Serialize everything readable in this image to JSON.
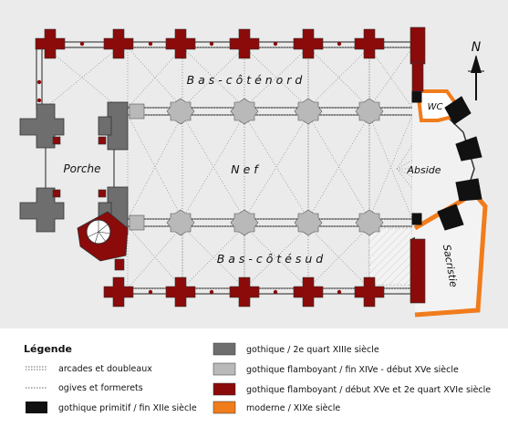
{
  "colors": {
    "dark_red": "#8b0a0a",
    "dark_gray": "#6e6e6e",
    "light_gray": "#b9b9b9",
    "black": "#111111",
    "orange": "#f07c1c",
    "hatch_fill": "#ededed",
    "legend_bg": "#ffffff",
    "frame": "#ffffff"
  },
  "plan": {
    "labels": {
      "north_aisle": "B a s - c ô t é   n o r d",
      "nave": "N e f",
      "south_aisle": "B a s - c ô t é   s u d",
      "porch": "Porche",
      "apse": "Abside",
      "wc": "WC",
      "sacristy": "Sacristie"
    },
    "north_arrow_letter": "N"
  },
  "legend": {
    "title": "Légende",
    "items": [
      {
        "label": "arcades et doubleaux",
        "swatch": "dotted-double"
      },
      {
        "label": "ogives et formerets",
        "swatch": "dotted-single"
      },
      {
        "label": "gothique primitif / fin XIIe siècle",
        "swatch": "#111111"
      },
      {
        "label": "gothique / 2e quart XIIIe siècle",
        "swatch": "#6e6e6e"
      },
      {
        "label": "gothique flamboyant / fin XIVe - début XVe siècle",
        "swatch": "#b9b9b9"
      },
      {
        "label": "gothique flamboyant / début XVe et 2e quart XVIe siècle",
        "swatch": "#8b0a0a"
      },
      {
        "label": "moderne / XIXe siècle",
        "swatch": "#f07c1c"
      }
    ]
  }
}
